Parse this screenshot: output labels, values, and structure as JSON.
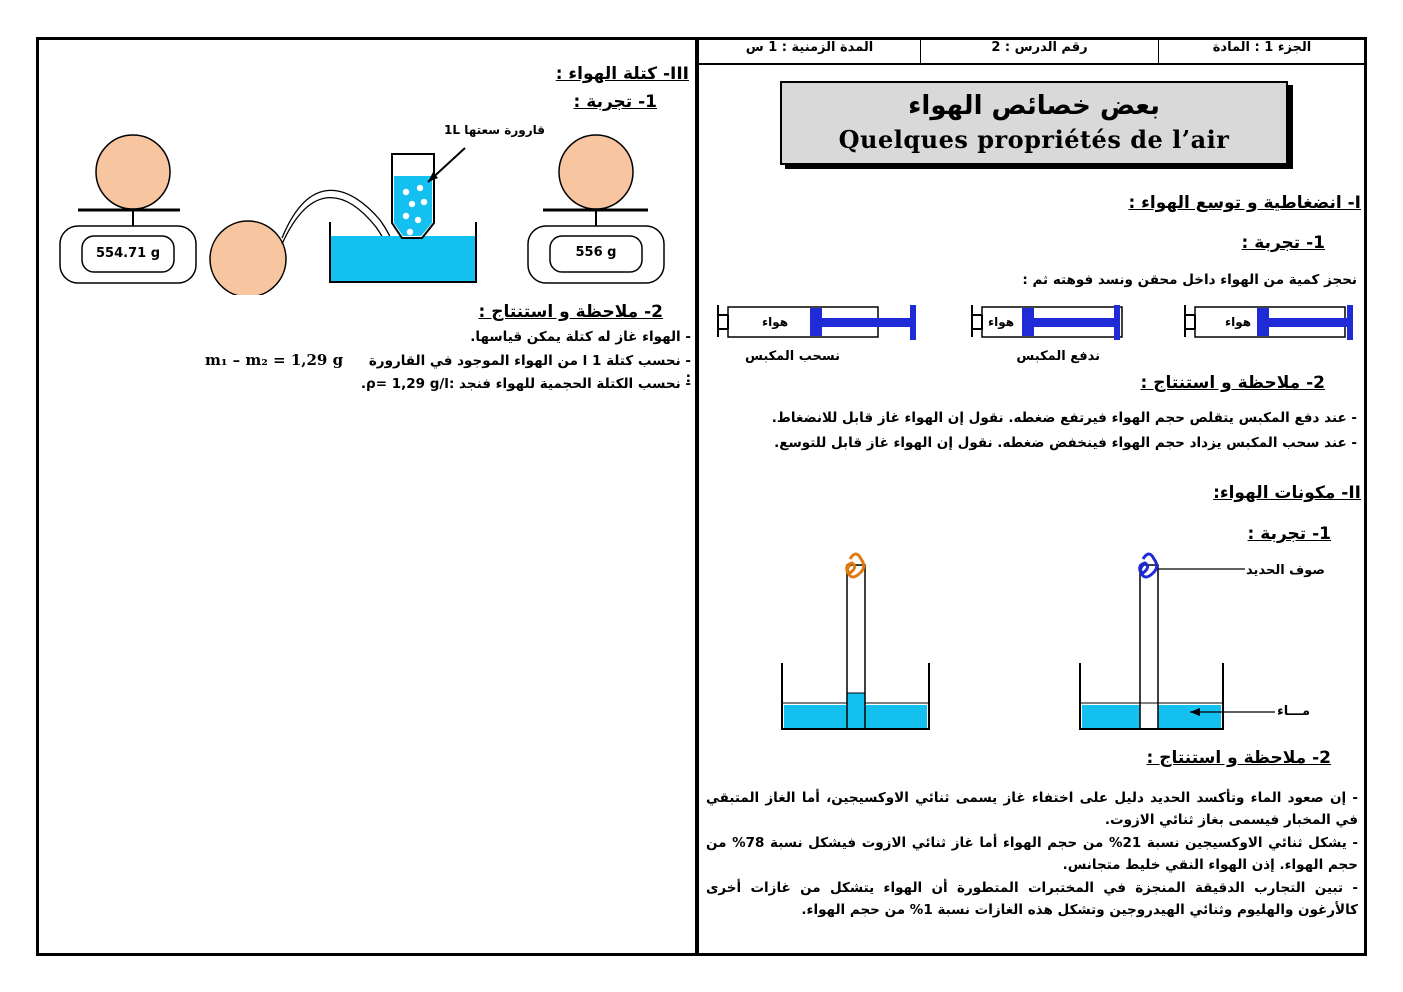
{
  "header": {
    "cell1": "الجزء 1 : المادة",
    "cell2": "رقم الدرس : 2",
    "cell3": "المدة الزمنية : 1 س"
  },
  "title": {
    "arabic": "بعض خصائص الهواء",
    "french": "Quelques propriétés de l’air"
  },
  "section1": {
    "heading": "I-  انضغاطية و توسع الهواء :",
    "exp_heading": "1- تجربة :",
    "exp_text": "نحجز كمية من الهواء داخل محقن ونسد فوهته ثم :",
    "syringe_label": "هواء",
    "push_label": "ندفع المكبس",
    "pull_label": "نسحب المكبس",
    "obs_heading": "2- ملاحظة و استنتاج :",
    "obs_line1": "- عند دفع المكبس يتقلص حجم الهواء فيرتفع ضغطه. نقول إن الهواء غاز قابل للانضغاط.",
    "obs_line2": "- عند سحب المكبس يزداد حجم الهواء فينخفض ضغطه. نقول إن الهواء غاز قابل للتوسع."
  },
  "section2": {
    "heading": "II- مكونات الهواء:",
    "exp_heading": "1- تجربة :",
    "iron_wool_label": "صوف الحديد",
    "water_label": "مـــاء",
    "obs_heading": "2- ملاحظة و استنتاج :",
    "obs_p1": "- إن صعود الماء وتأكسد الحديد دليل على اختفاء غاز يسمى ثنائي الاوكسيجين، أما الغاز المتبقي في المخبار فيسمى بغاز ثنائي الازوت.",
    "obs_p2": "- يشكل ثنائي الاوكسيجين نسبة 21% من حجم الهواء أما غاز ثنائي الازوت فيشكل نسبة 78% من حجم الهواء. إذن الهواء النقي خليط متجانس.",
    "obs_p3": "- تبين التجارب الدقيقة المنجزة في المختبرات المتطورة أن الهواء يتشكل من غازات أخرى كالأرغون والهليوم وثنائي الهيدروجين وتشكل هذه الغازات نسبة 1% من حجم الهواء."
  },
  "section3": {
    "heading": "III- كتلة الهواء :",
    "exp_heading": "1- تجربة :",
    "bottle_label": "قارورة سعتها 1L",
    "balance_left": "554.71 g",
    "balance_right": "556 g",
    "obs_heading": "2- ملاحظة و استنتاج :",
    "obs_line1": "- الهواء غاز له كتلة يمكن قياسها.",
    "obs_line2_ar": "- نحسب كتلة 1 l من الهواء الموجود في القارورة :",
    "obs_line2_formula": "m₁ – m₂ = 1,29 g",
    "obs_line3": "- نحسب الكتلة الحجمية للهواء فنجد :ρ= 1,29 g/l."
  },
  "colors": {
    "piston_blue": "#1f2bd6",
    "water_cyan": "#14c0ef",
    "ball_peach": "#f7c59f",
    "title_gray": "#d9d9d9"
  }
}
